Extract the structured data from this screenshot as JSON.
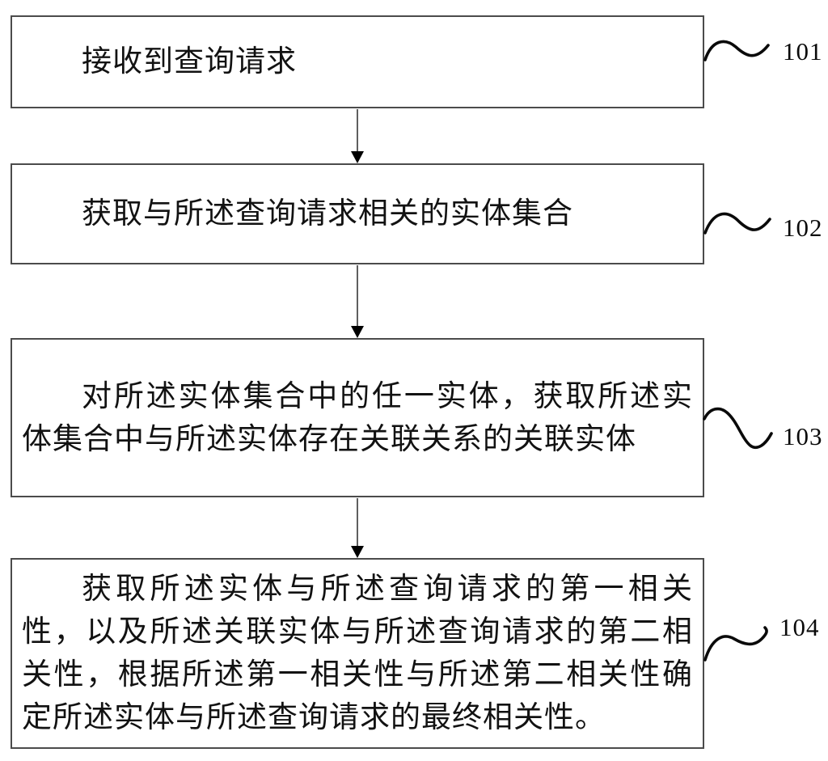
{
  "figure": {
    "type": "flowchart",
    "background_color": "#ffffff",
    "box_border_color": "#4b4b4b",
    "arrow_color": "#000000",
    "text_color": "#121212",
    "steps": [
      {
        "ref": "101",
        "text": "接收到查询请求"
      },
      {
        "ref": "102",
        "text": "获取与所述查询请求相关的实体集合"
      },
      {
        "ref": "103",
        "text": "对所述实体集合中的任一实体，获取所述实体集合中与所述实体存在关联关系的关联实体"
      },
      {
        "ref": "104",
        "text": "获取所述实体与所述查询请求的第一相关性，以及所述关联实体与所述查询请求的第二相关性，根据所述第一相关性与所述第二相关性确定所述实体与所述查询请求的最终相关性。"
      }
    ]
  }
}
